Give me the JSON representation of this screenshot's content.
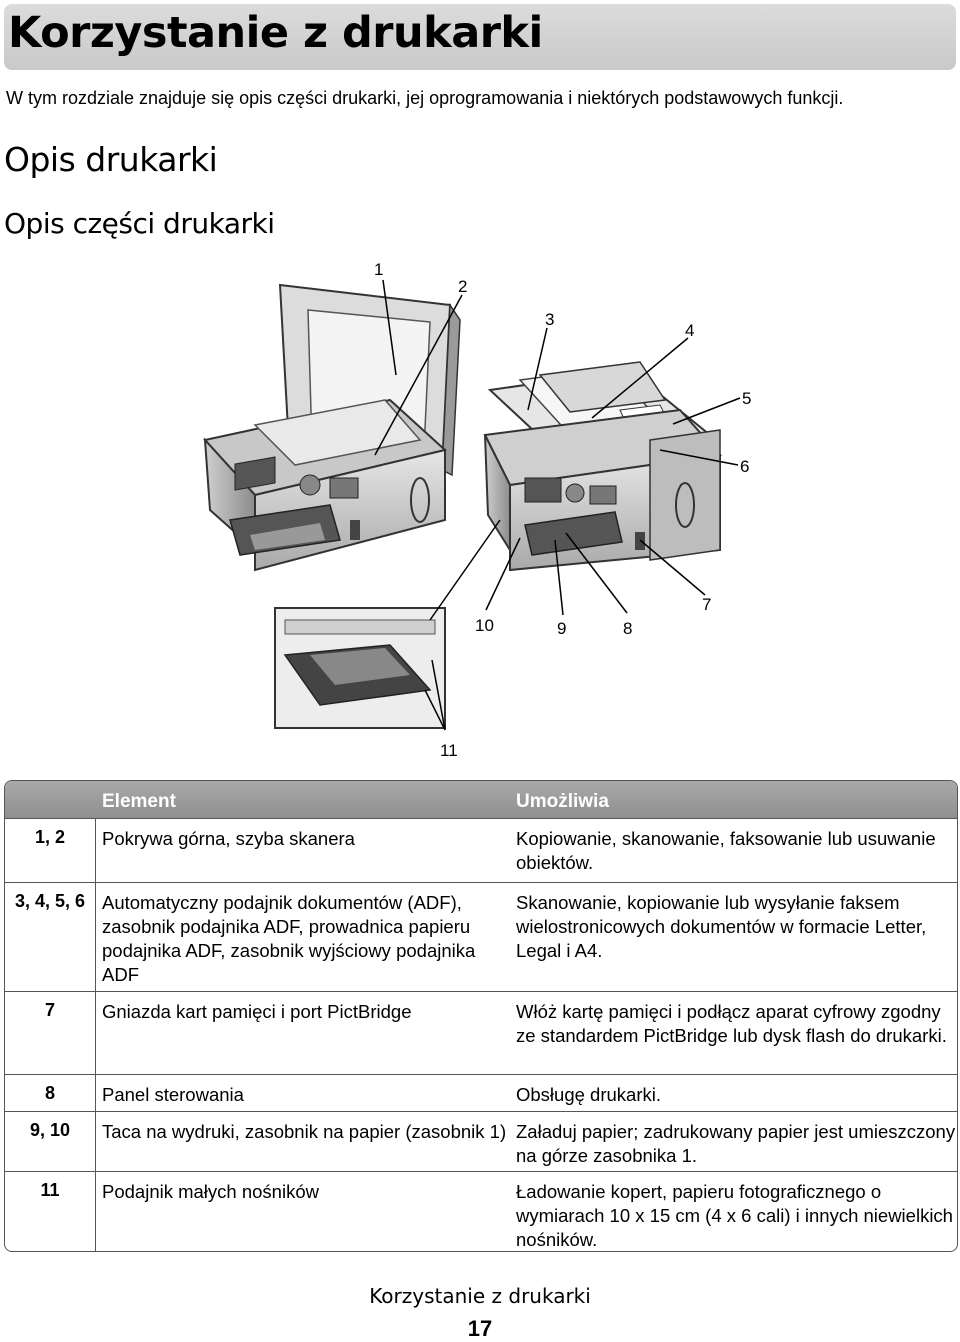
{
  "chapter": {
    "title": "Korzystanie z drukarki"
  },
  "intro": "W tym rozdziale znajduje się opis części drukarki, jej oprogramowania i niektórych podstawowych funkcji.",
  "section": {
    "title": "Opis drukarki"
  },
  "subsection": {
    "title": "Opis części drukarki"
  },
  "figure": {
    "callouts": [
      "1",
      "2",
      "3",
      "4",
      "5",
      "6",
      "7",
      "8",
      "9",
      "10",
      "11"
    ]
  },
  "table": {
    "headers": {
      "element": "Element",
      "function": "Umożliwia"
    },
    "rows": [
      {
        "num": "1, 2",
        "element": "Pokrywa górna, szyba skanera",
        "function": "Kopiowanie, skanowanie, faksowanie lub usuwanie obiektów."
      },
      {
        "num": "3, 4, 5, 6",
        "element": "Automatyczny podajnik dokumentów (ADF), zasobnik podajnika ADF, prowadnica papieru podajnika ADF, zasobnik wyjściowy podajnika ADF",
        "function": "Skanowanie, kopiowanie lub wysyłanie faksem wielostronicowych dokumentów w formacie Letter, Legal i A4."
      },
      {
        "num": "7",
        "element": "Gniazda kart pamięci i port PictBridge",
        "function": "Włóż kartę pamięci i podłącz aparat cyfrowy zgodny ze standardem PictBridge lub dysk flash do drukarki."
      },
      {
        "num": "8",
        "element": "Panel sterowania",
        "function": "Obsługę drukarki."
      },
      {
        "num": "9, 10",
        "element": "Taca na wydruki, zasobnik na papier (zasobnik 1)",
        "function": "Załaduj papier; zadrukowany papier jest umieszczony na górze zasobnika 1."
      },
      {
        "num": "11",
        "element": "Podajnik małych nośników",
        "function": "Ładowanie kopert, papieru fotograficznego o wymiarach 10 x 15 cm (4 x 6 cali) i innych niewielkich nośników."
      }
    ]
  },
  "footer": {
    "title": "Korzystanie z drukarki",
    "page": "17"
  }
}
